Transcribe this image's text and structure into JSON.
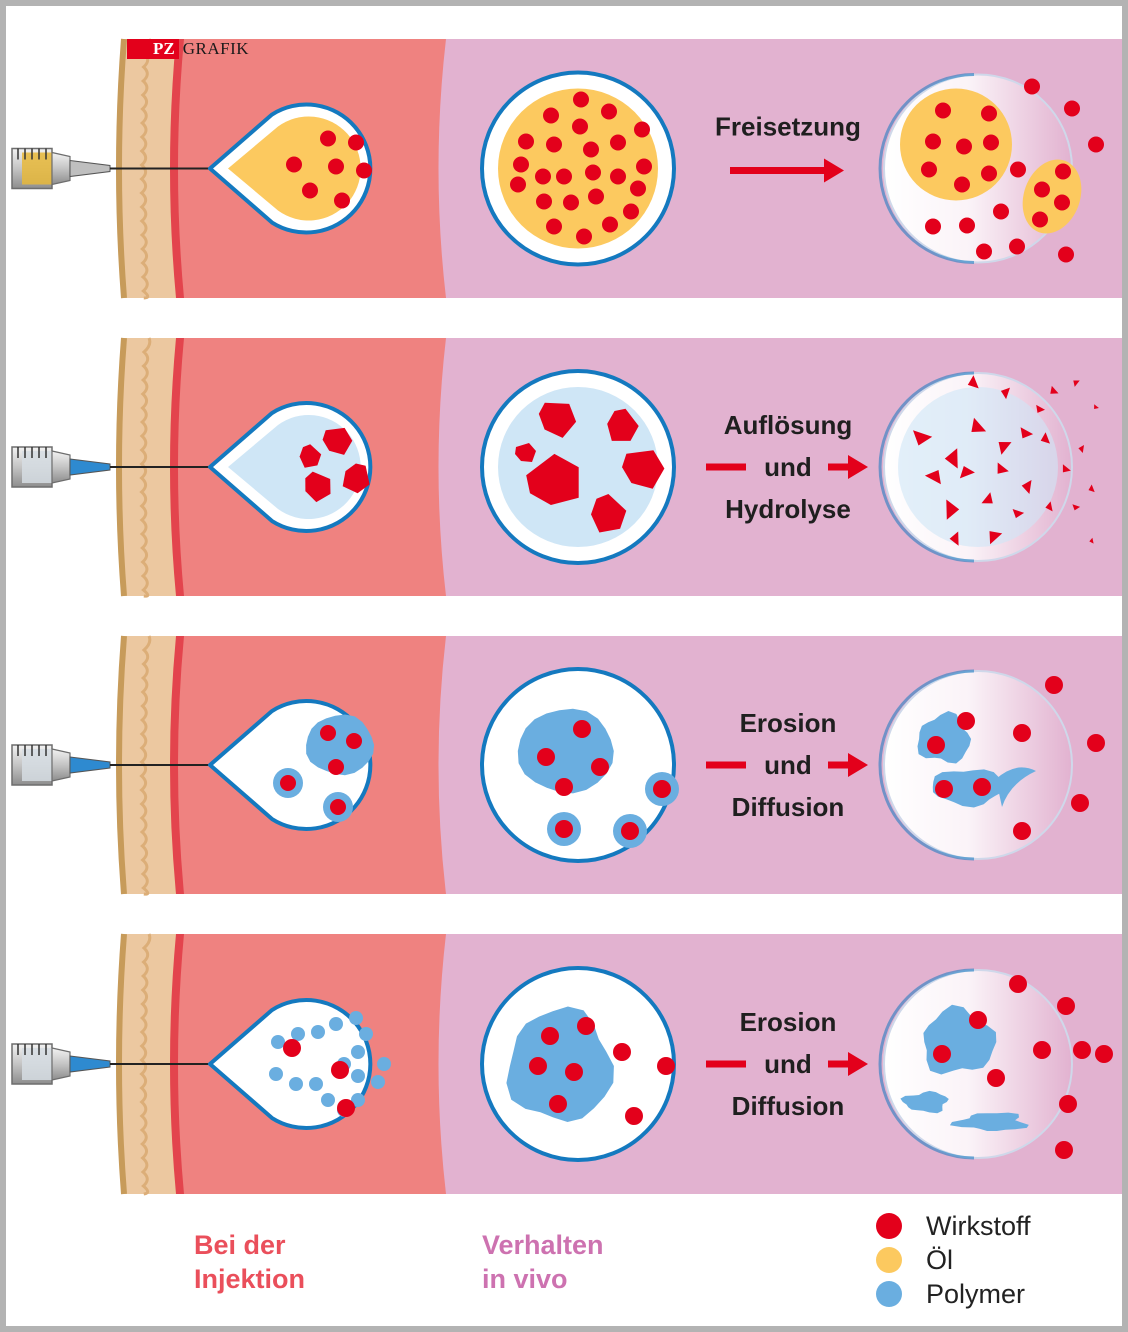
{
  "logo": {
    "brand": "PZ",
    "text": "GRAFIK"
  },
  "rows": [
    {
      "label_lines": [
        "Freisetzung"
      ],
      "type": "oil"
    },
    {
      "label_lines": [
        "Auflösung",
        "und",
        "Hydrolyse"
      ],
      "type": "crystal"
    },
    {
      "label_lines": [
        "Erosion",
        "und",
        "Diffusion"
      ],
      "type": "microsphere"
    },
    {
      "label_lines": [
        "Erosion",
        "und",
        "Diffusion"
      ],
      "type": "polymer"
    }
  ],
  "captions": {
    "injection": [
      "Bei der",
      "Injektion"
    ],
    "in_vivo": [
      "Verhalten",
      "in vivo"
    ]
  },
  "legend": [
    {
      "label": "Wirkstoff",
      "color": "#e3001b"
    },
    {
      "label": "Öl",
      "color": "#fcc95f"
    },
    {
      "label": "Polymer",
      "color": "#6aaee0"
    }
  ],
  "colors": {
    "tissue": "#ef8280",
    "in_vivo": "#e2b2d0",
    "skin": "#ecc8a0",
    "skin_edge": "#c79b5a",
    "outline": "#1479bf",
    "drug": "#e3001b",
    "oil": "#fcc95f",
    "polymer": "#6aaee0",
    "crystal_bg": "#cfe6f6"
  }
}
